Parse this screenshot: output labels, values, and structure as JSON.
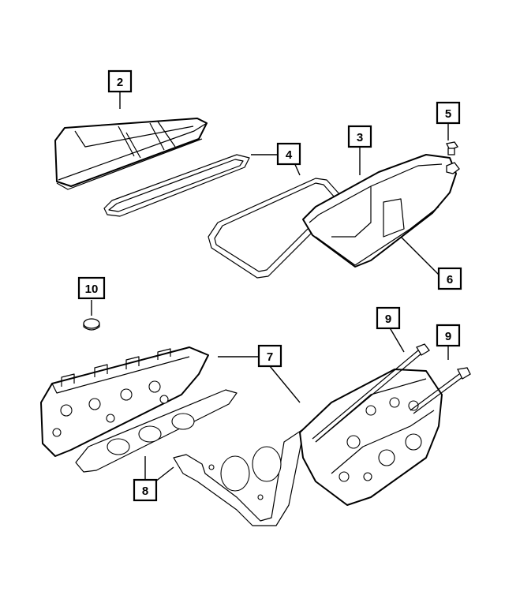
{
  "diagram": {
    "callouts": [
      {
        "id": "c2",
        "label": "2"
      },
      {
        "id": "c3",
        "label": "3"
      },
      {
        "id": "c4",
        "label": "4"
      },
      {
        "id": "c5",
        "label": "5"
      },
      {
        "id": "c6",
        "label": "6"
      },
      {
        "id": "c7",
        "label": "7"
      },
      {
        "id": "c8",
        "label": "8"
      },
      {
        "id": "c9a",
        "label": "9"
      },
      {
        "id": "c9b",
        "label": "9"
      },
      {
        "id": "c10",
        "label": "10"
      }
    ]
  }
}
